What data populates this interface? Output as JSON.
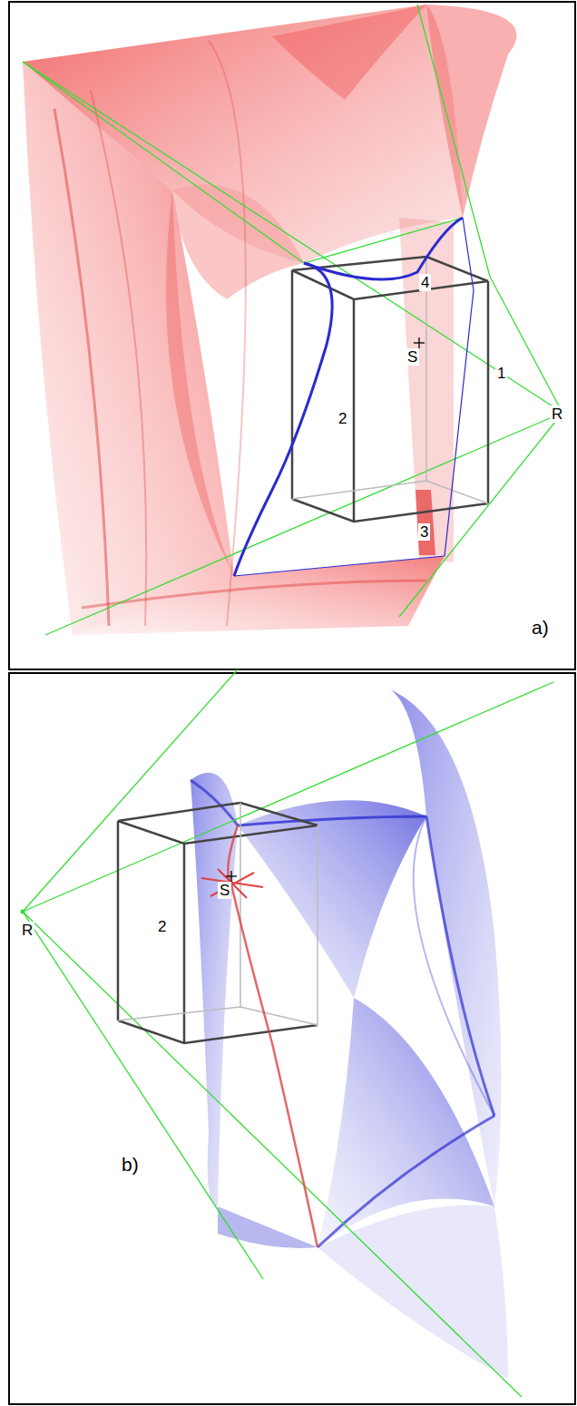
{
  "diagram": {
    "labels": [
      "4",
      "S",
      "2",
      "1",
      "R",
      "3",
      "a)",
      "R",
      "S",
      "2",
      "b)"
    ]
  }
}
